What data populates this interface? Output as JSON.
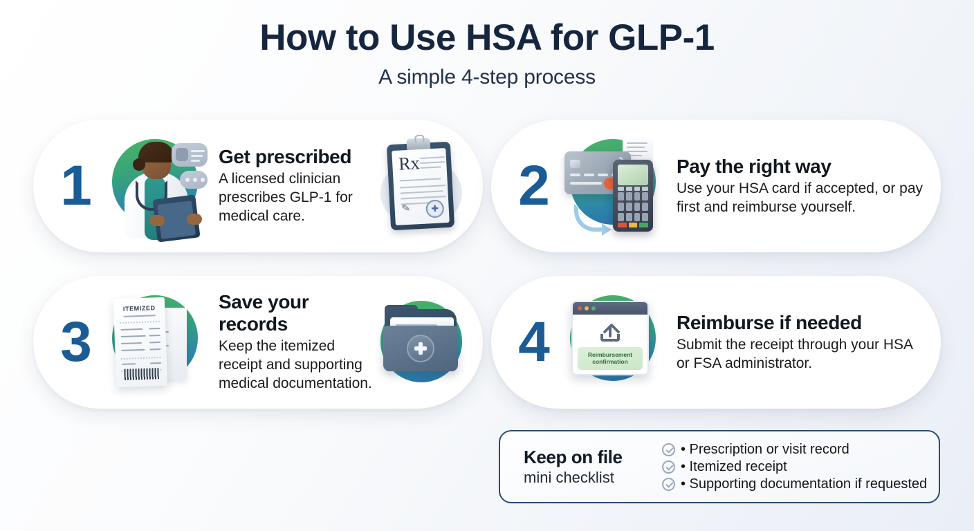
{
  "header": {
    "title": "How to Use HSA for GLP-1",
    "subtitle": "A simple 4-step process"
  },
  "colors": {
    "step_number": "#1b5b96",
    "title": "#16263f",
    "panel_border": "#2b4a70",
    "check_icon": "#9aa8bd",
    "circle_green": "#4cb464",
    "circle_blue": "#2b6fa8"
  },
  "steps": [
    {
      "number": "1",
      "title": "Get prescribed",
      "body": "A licensed clinician prescribes GLP-1 for medical care.",
      "art": "clinician-illustration",
      "side_art": "rx-clipboard-illustration",
      "rx_symbol": "Rx"
    },
    {
      "number": "2",
      "title": "Pay the right way",
      "body": "Use your HSA card if accepted, or pay first and reimburse yourself.",
      "art": "card-and-pos-terminal-illustration",
      "side_art": ""
    },
    {
      "number": "3",
      "title": "Save your records",
      "body": "Keep the itemized receipt and supporting medical documentation.",
      "art": "itemized-receipts-illustration",
      "side_art": "medical-folder-illustration",
      "receipt_label": "ITEMIZED"
    },
    {
      "number": "4",
      "title": "Reimburse if needed",
      "body": "Submit the receipt through your HSA or FSA administrator.",
      "art": "reimbursement-upload-window-illustration",
      "side_art": "",
      "window_banner": "Reimbursement confirmation"
    }
  ],
  "checklist": {
    "heading": "Keep on file",
    "subheading": "mini checklist",
    "items": [
      "• Prescription or visit record",
      "• Itemized receipt",
      "• Supporting documentation if requested"
    ]
  }
}
